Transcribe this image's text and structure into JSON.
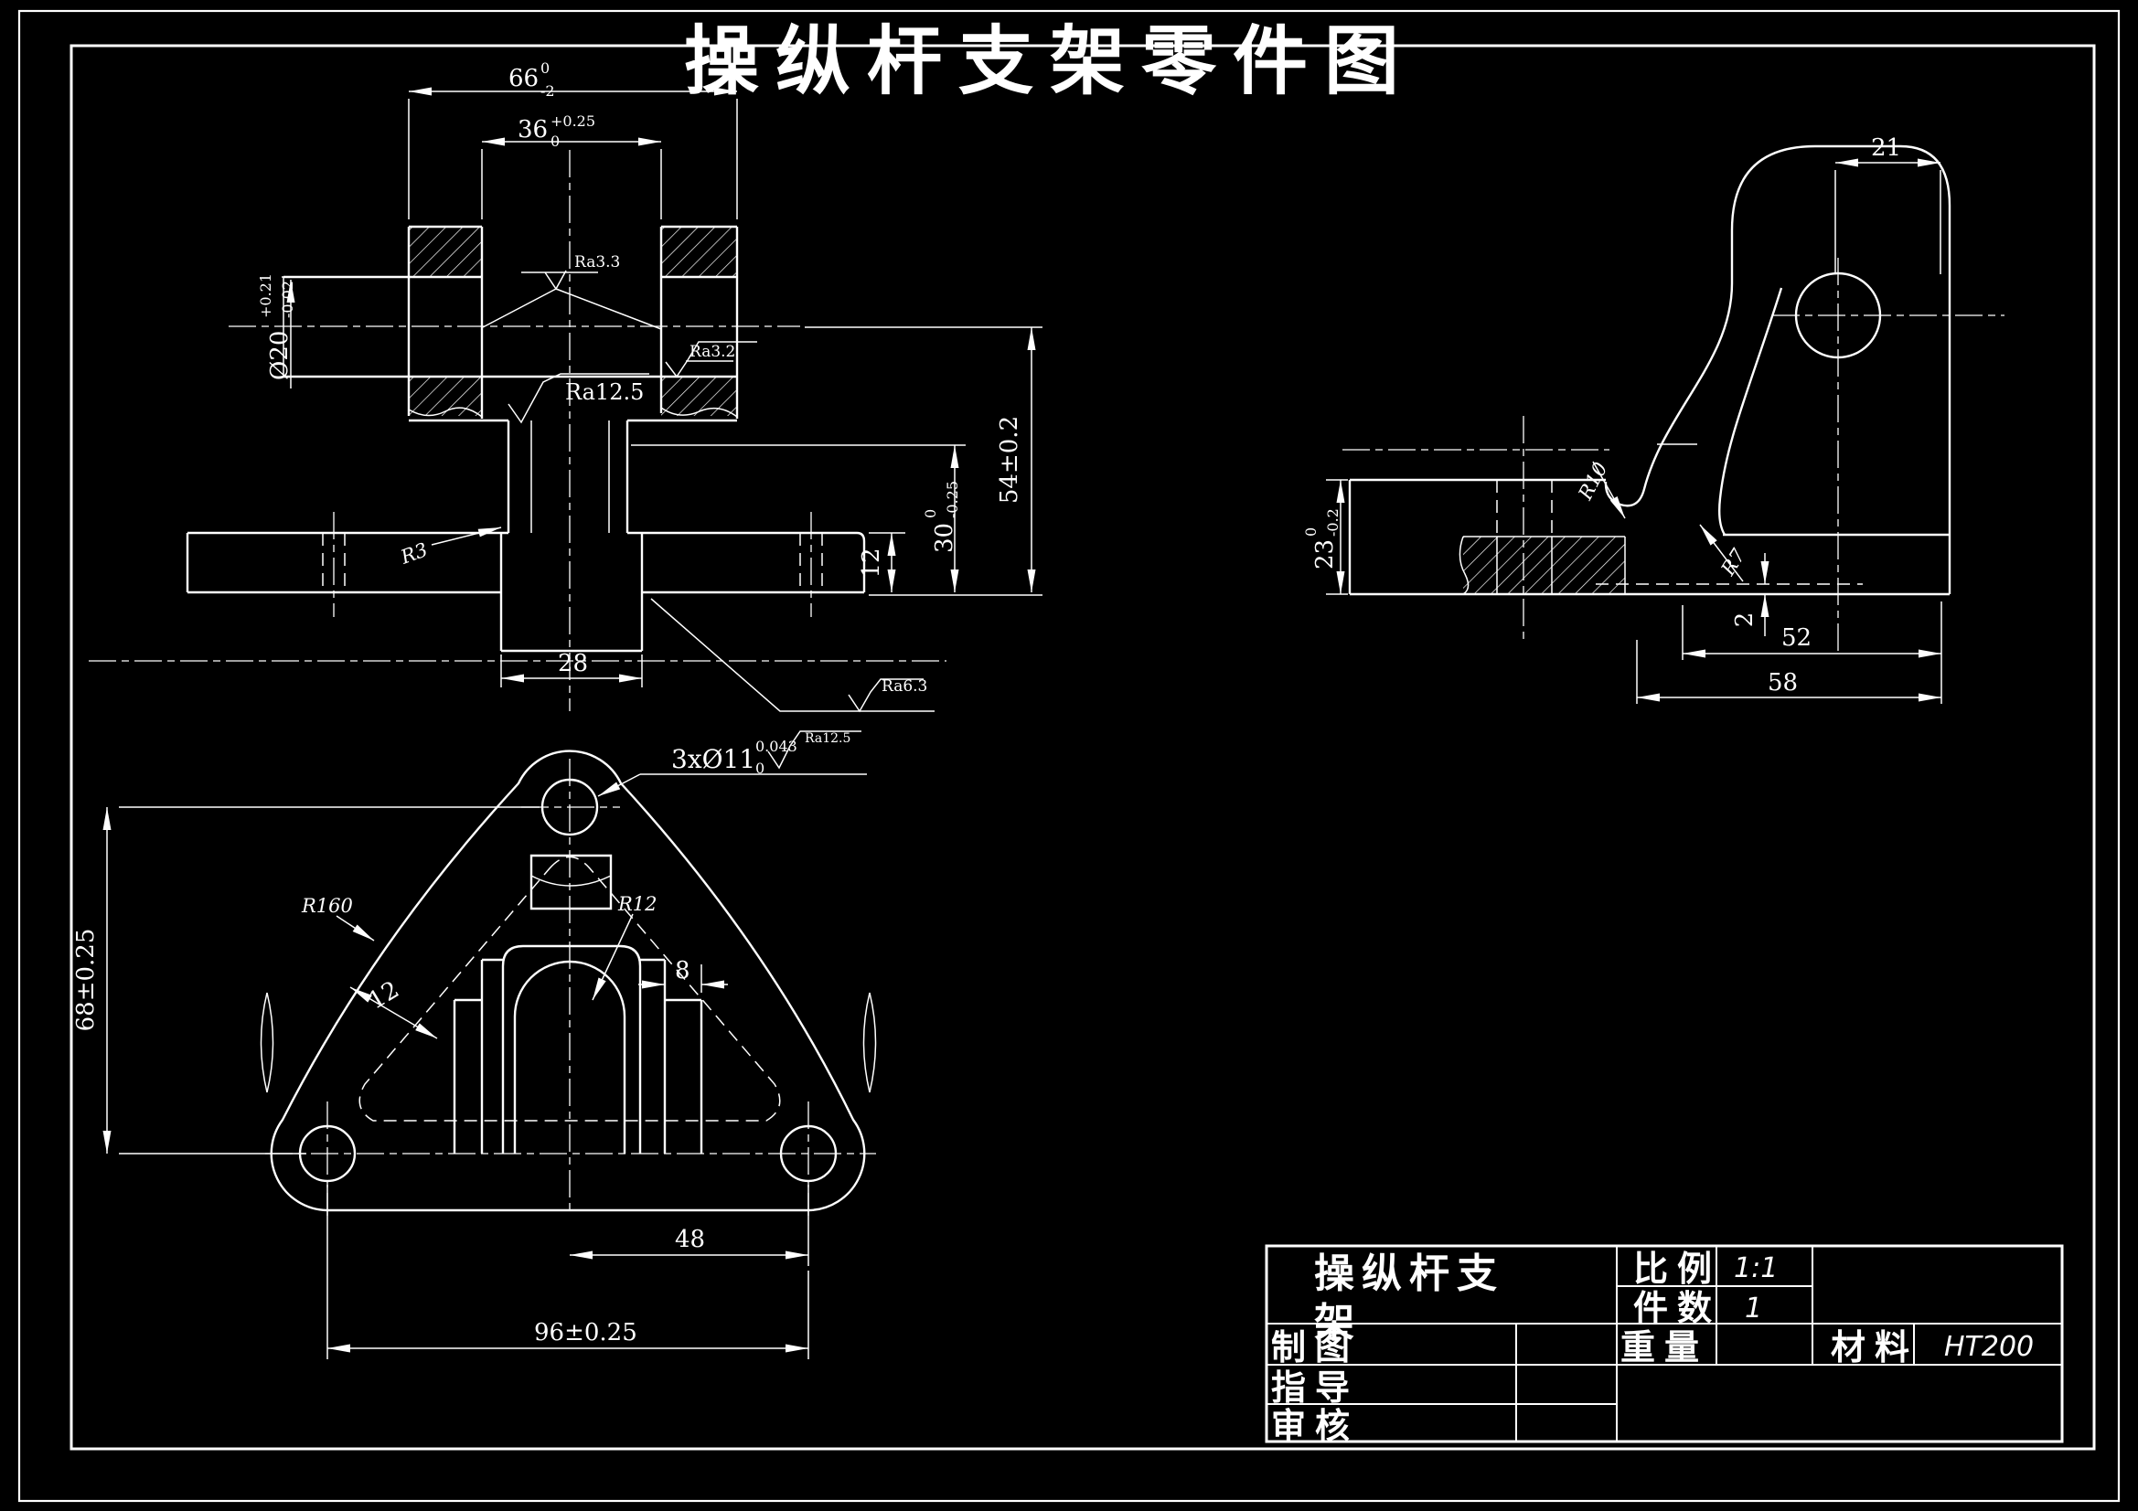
{
  "title": "操纵杆支架零件图",
  "colors": {
    "background": "#000000",
    "line": "#ffffff",
    "title_red": "#e00000"
  },
  "front_view": {
    "dim_width_outer": {
      "main": "66",
      "sup": "0",
      "sub": "-2"
    },
    "dim_slot": {
      "main": "36",
      "sup": "+0.25",
      "sub": "0"
    },
    "dim_bore": {
      "main": "Ø20",
      "sup": "+0.21",
      "sub": "-0.02"
    },
    "dim_height_total": "54±0.2",
    "dim_height_step": {
      "main": "30",
      "sup": "0",
      "sub": "-0.25"
    },
    "dim_base_thickness": "12",
    "dim_boss_width": "28",
    "fillet": "R3",
    "ra_slot": "Ra3.3",
    "ra_bore": "Ra3.2",
    "ra_section": "Ra12.5",
    "ra_base": "Ra6.3"
  },
  "side_view": {
    "dim_top_width": "21",
    "dim_base_height": {
      "main": "23",
      "sup": "0",
      "sub": "-0.2"
    },
    "fillet_left": "R10",
    "fillet_right": "R7",
    "dim_recess": "2",
    "dim_52": "52",
    "dim_58": "58"
  },
  "bottom_view": {
    "holes": {
      "main": "3xØ11",
      "sup": "0.043",
      "sub": "0"
    },
    "ra_holes": "Ra12.5",
    "radius_edge": "R160",
    "radius_inner": "R12",
    "dim_wall": "12",
    "dim_tab": "8",
    "dim_height": "68±0.25",
    "dim_half": "48",
    "dim_span": "96±0.25"
  },
  "title_block": {
    "part_name_line1": "操纵杆支",
    "part_name_line2": "架",
    "scale_label": "比例",
    "scale_value": "1:1",
    "qty_label": "件数",
    "qty_value": "1",
    "weight_label": "重量",
    "material_label": "材料",
    "material_value": "HT200",
    "drafter_label": "制图",
    "advisor_label": "指导",
    "checker_label": "审核"
  }
}
